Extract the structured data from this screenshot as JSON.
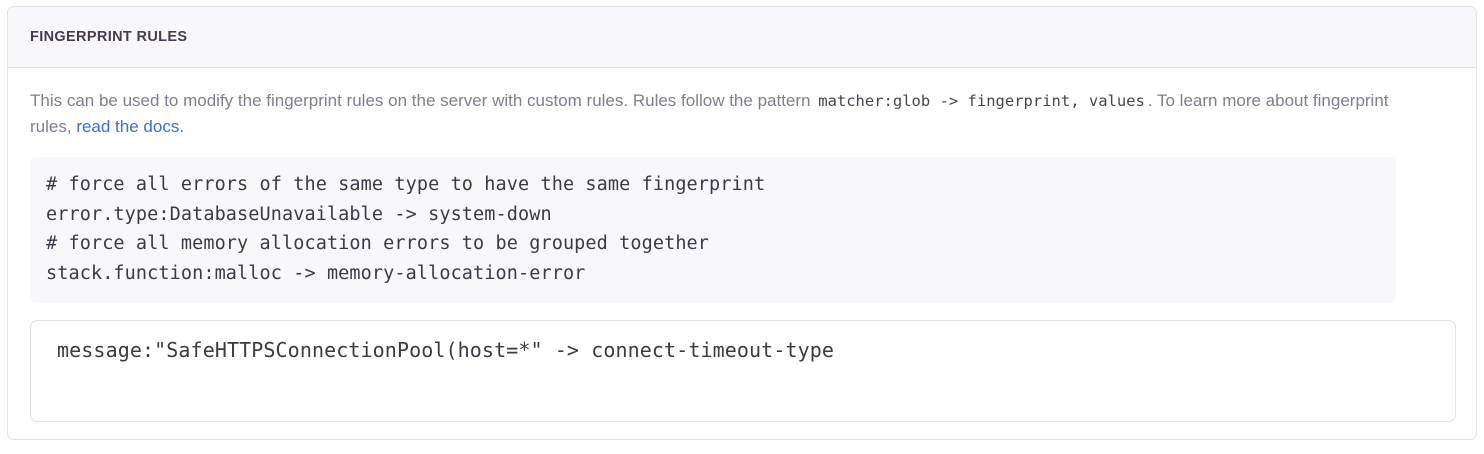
{
  "panel": {
    "title": "FINGERPRINT RULES",
    "description": {
      "part1": "This can be used to modify the fingerprint rules on the server with custom rules. Rules follow the pattern",
      "inline_code": "matcher:glob -> fingerprint, values",
      "part2": ". To learn more about fingerprint rules,",
      "link_text": "read the docs",
      "part3": "."
    },
    "example_code": [
      "# force all errors of the same type to have the same fingerprint",
      "error.type:DatabaseUnavailable -> system-down",
      "# force all memory allocation errors to be grouped together",
      "stack.function:malloc -> memory-allocation-error"
    ],
    "rules_input": {
      "value": "message:\"SafeHTTPSConnectionPool(host=*\" -> connect-timeout-type",
      "placeholder": ""
    }
  },
  "colors": {
    "header_bg": "#F8F8FB",
    "border": "#E3E1E9",
    "title_text": "#453C52",
    "body_text": "#837C93",
    "code_bg": "#F8F8FA",
    "code_text": "#3E3847",
    "link": "#3B6FD4"
  }
}
